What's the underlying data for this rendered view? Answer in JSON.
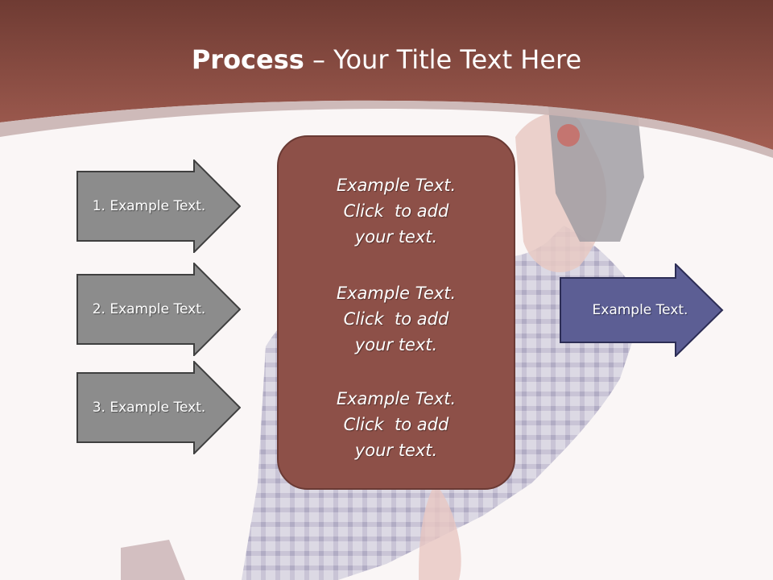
{
  "title": {
    "bold": "Process",
    "rest": " – Your Title Text Here"
  },
  "left_arrows": [
    {
      "label": "1. Example Text."
    },
    {
      "label": "2. Example Text."
    },
    {
      "label": "3. Example Text."
    }
  ],
  "center_box": {
    "blocks": [
      {
        "lines": [
          "Example Text.",
          "Click  to add",
          "your text."
        ]
      },
      {
        "lines": [
          "Example Text.",
          "Click  to add",
          "your text."
        ]
      },
      {
        "lines": [
          "Example Text.",
          "Click  to add",
          "your text."
        ]
      }
    ]
  },
  "right_arrow": {
    "label": "Example Text."
  },
  "colors": {
    "header": "#8e4a40",
    "gray_arrow": "#8c8c8c",
    "blue_arrow": "#5c5e94",
    "center_box": "#8d5048"
  }
}
